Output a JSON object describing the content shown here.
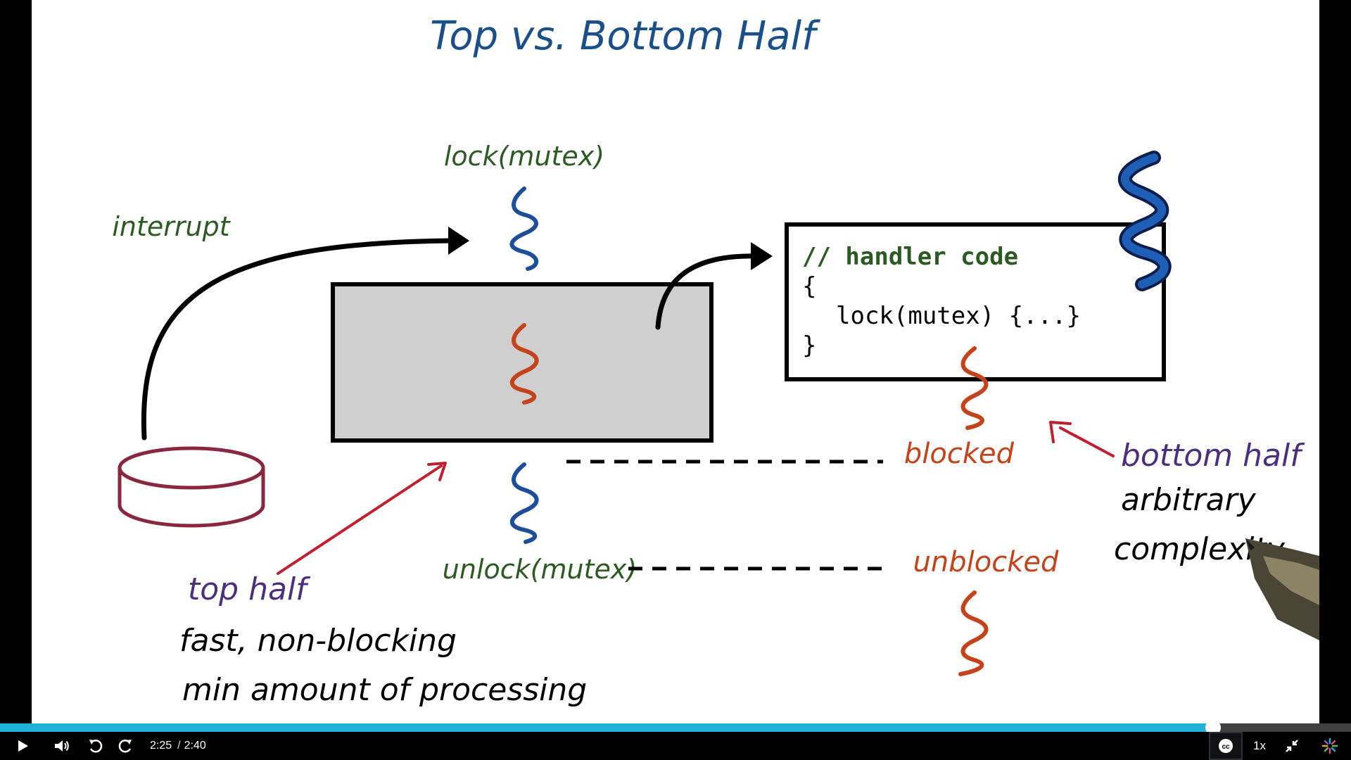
{
  "slide": {
    "title": "Top vs. Bottom Half",
    "lock_label": "lock(mutex)",
    "interrupt_label": "interrupt",
    "code_comment": "// handler code",
    "code_open": "{",
    "code_line": "lock(mutex) {...}",
    "code_close": "}",
    "blocked_label": "blocked",
    "unblocked_label": "unblocked",
    "unlock_label": "unlock(mutex)",
    "bottom_half_title": "bottom half",
    "bottom_half_line1": "arbitrary",
    "bottom_half_line2": "complexity",
    "top_half_title": "top half",
    "top_half_line1": "fast, non-blocking",
    "top_half_line2": "min amount of processing"
  },
  "player": {
    "current_time": "2:25",
    "separator": "/",
    "duration": "2:40",
    "progress_fraction": 0.8979,
    "speed": "1x",
    "icons": {
      "play": "play-icon",
      "volume": "volume-icon",
      "rewind": "rewind-icon",
      "forward": "forward-icon",
      "captions": "closed-captions-icon",
      "exit_fullscreen": "exit-fullscreen-icon",
      "brand": "brand-logo-icon"
    }
  },
  "colors": {
    "title_blue": "#1b4f8a",
    "label_green": "#2d5a23",
    "thread_blue": "#1e4d9a",
    "thread_orange": "#c4431a",
    "label_purple": "#4b2f7e",
    "arrow_red": "#c0202e",
    "disk": "#8a2640",
    "progress": "#1fb2d8"
  }
}
